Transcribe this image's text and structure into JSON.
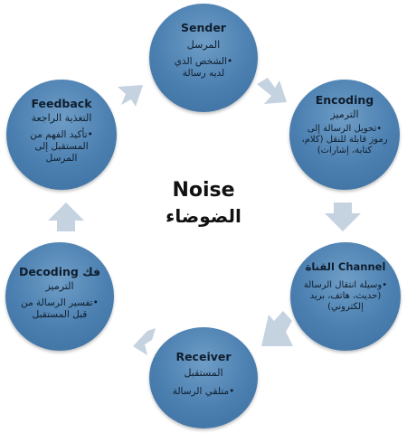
{
  "center": {
    "title": "Noise",
    "subtitle": "الضوضاء"
  },
  "nodes": {
    "sender": {
      "title": "Sender",
      "ar": "المرسل",
      "bullet": "•الشخص الذي لديه رسالة"
    },
    "encoding": {
      "title": "Encoding",
      "ar": "الترميز",
      "bullet": "•تحويل الرسالة إلى رموز قابلة للنقل (كلام، كتابة، إشارات)"
    },
    "channel": {
      "title": "القناة Channel",
      "bullet": "•وسيلة انتقال الرسالة (حديث، هاتف، بريد إلكتروني)"
    },
    "receiver": {
      "title": "Receiver",
      "ar": "المستقبل",
      "bullet": "•متلقي الرسالة"
    },
    "decoding": {
      "title": "فك Decoding",
      "ar": "الترميز",
      "bullet": "•تفسير الرسالة من قبل المستقبل"
    },
    "feedback": {
      "title": "Feedback",
      "ar": "التغذية الراجعة",
      "bullet": "•تأكيد الفهم من المستقبل إلى المرسل"
    }
  },
  "colors": {
    "node": "#4a7fb0",
    "arrow": "#c5d2e0"
  }
}
